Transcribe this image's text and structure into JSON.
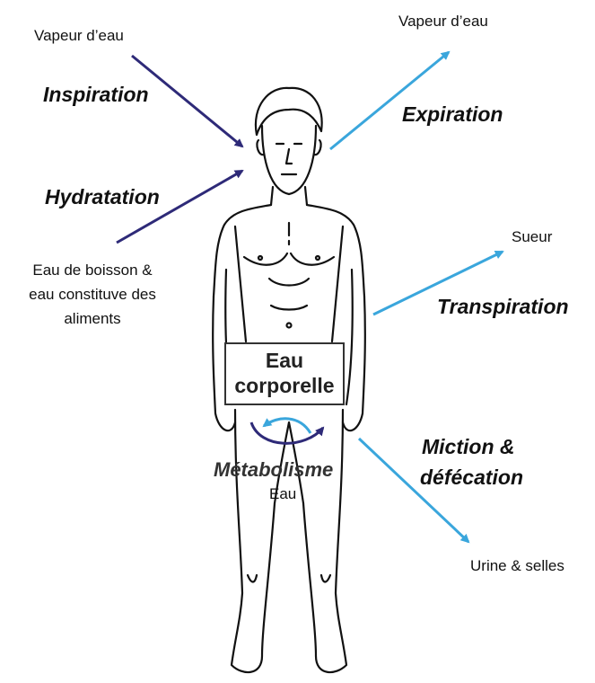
{
  "diagram": {
    "colors": {
      "inflow": "#2e2a78",
      "outflow": "#3aa6dc",
      "outline": "#111111"
    },
    "sources": {
      "vapour_in": "Vapeur d’eau",
      "drink_line1": "Eau de boisson &",
      "drink_line2": "eau constituve des",
      "drink_line3": "aliments"
    },
    "processes_in": {
      "inspiration": "Inspiration",
      "hydratation": "Hydratation"
    },
    "processes_out": {
      "expiration": "Expiration",
      "transpiration": "Transpiration",
      "miction_line1": "Miction &",
      "miction_line2": "défécation"
    },
    "outputs": {
      "vapour_out": "Vapeur d’eau",
      "sweat": "Sueur",
      "urine": "Urine & selles"
    },
    "center": {
      "line1": "Eau",
      "line2": "corporelle",
      "metabolism": "Métabolisme",
      "metabolism_sub": "Eau"
    }
  }
}
